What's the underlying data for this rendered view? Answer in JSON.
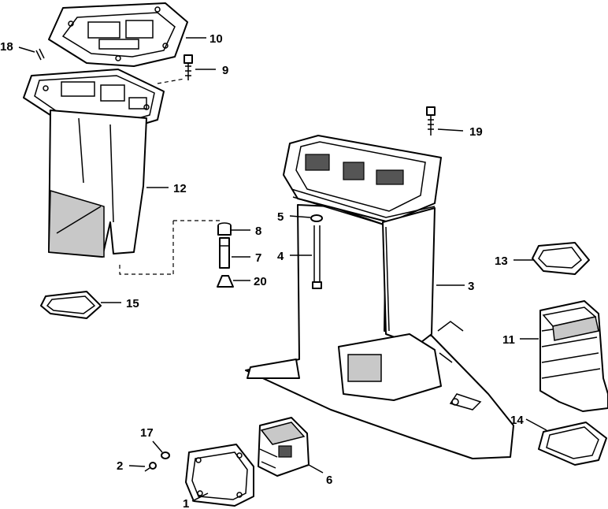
{
  "callouts": {
    "c1": "1",
    "c2": "2",
    "c3": "3",
    "c4": "4",
    "c5": "5",
    "c6": "6",
    "c7": "7",
    "c8": "8",
    "c9": "9",
    "c10": "10",
    "c11": "11",
    "c12": "12",
    "c13": "13",
    "c14": "14",
    "c15": "15",
    "c17": "17",
    "c18": "18",
    "c19": "19",
    "c20": "20"
  }
}
